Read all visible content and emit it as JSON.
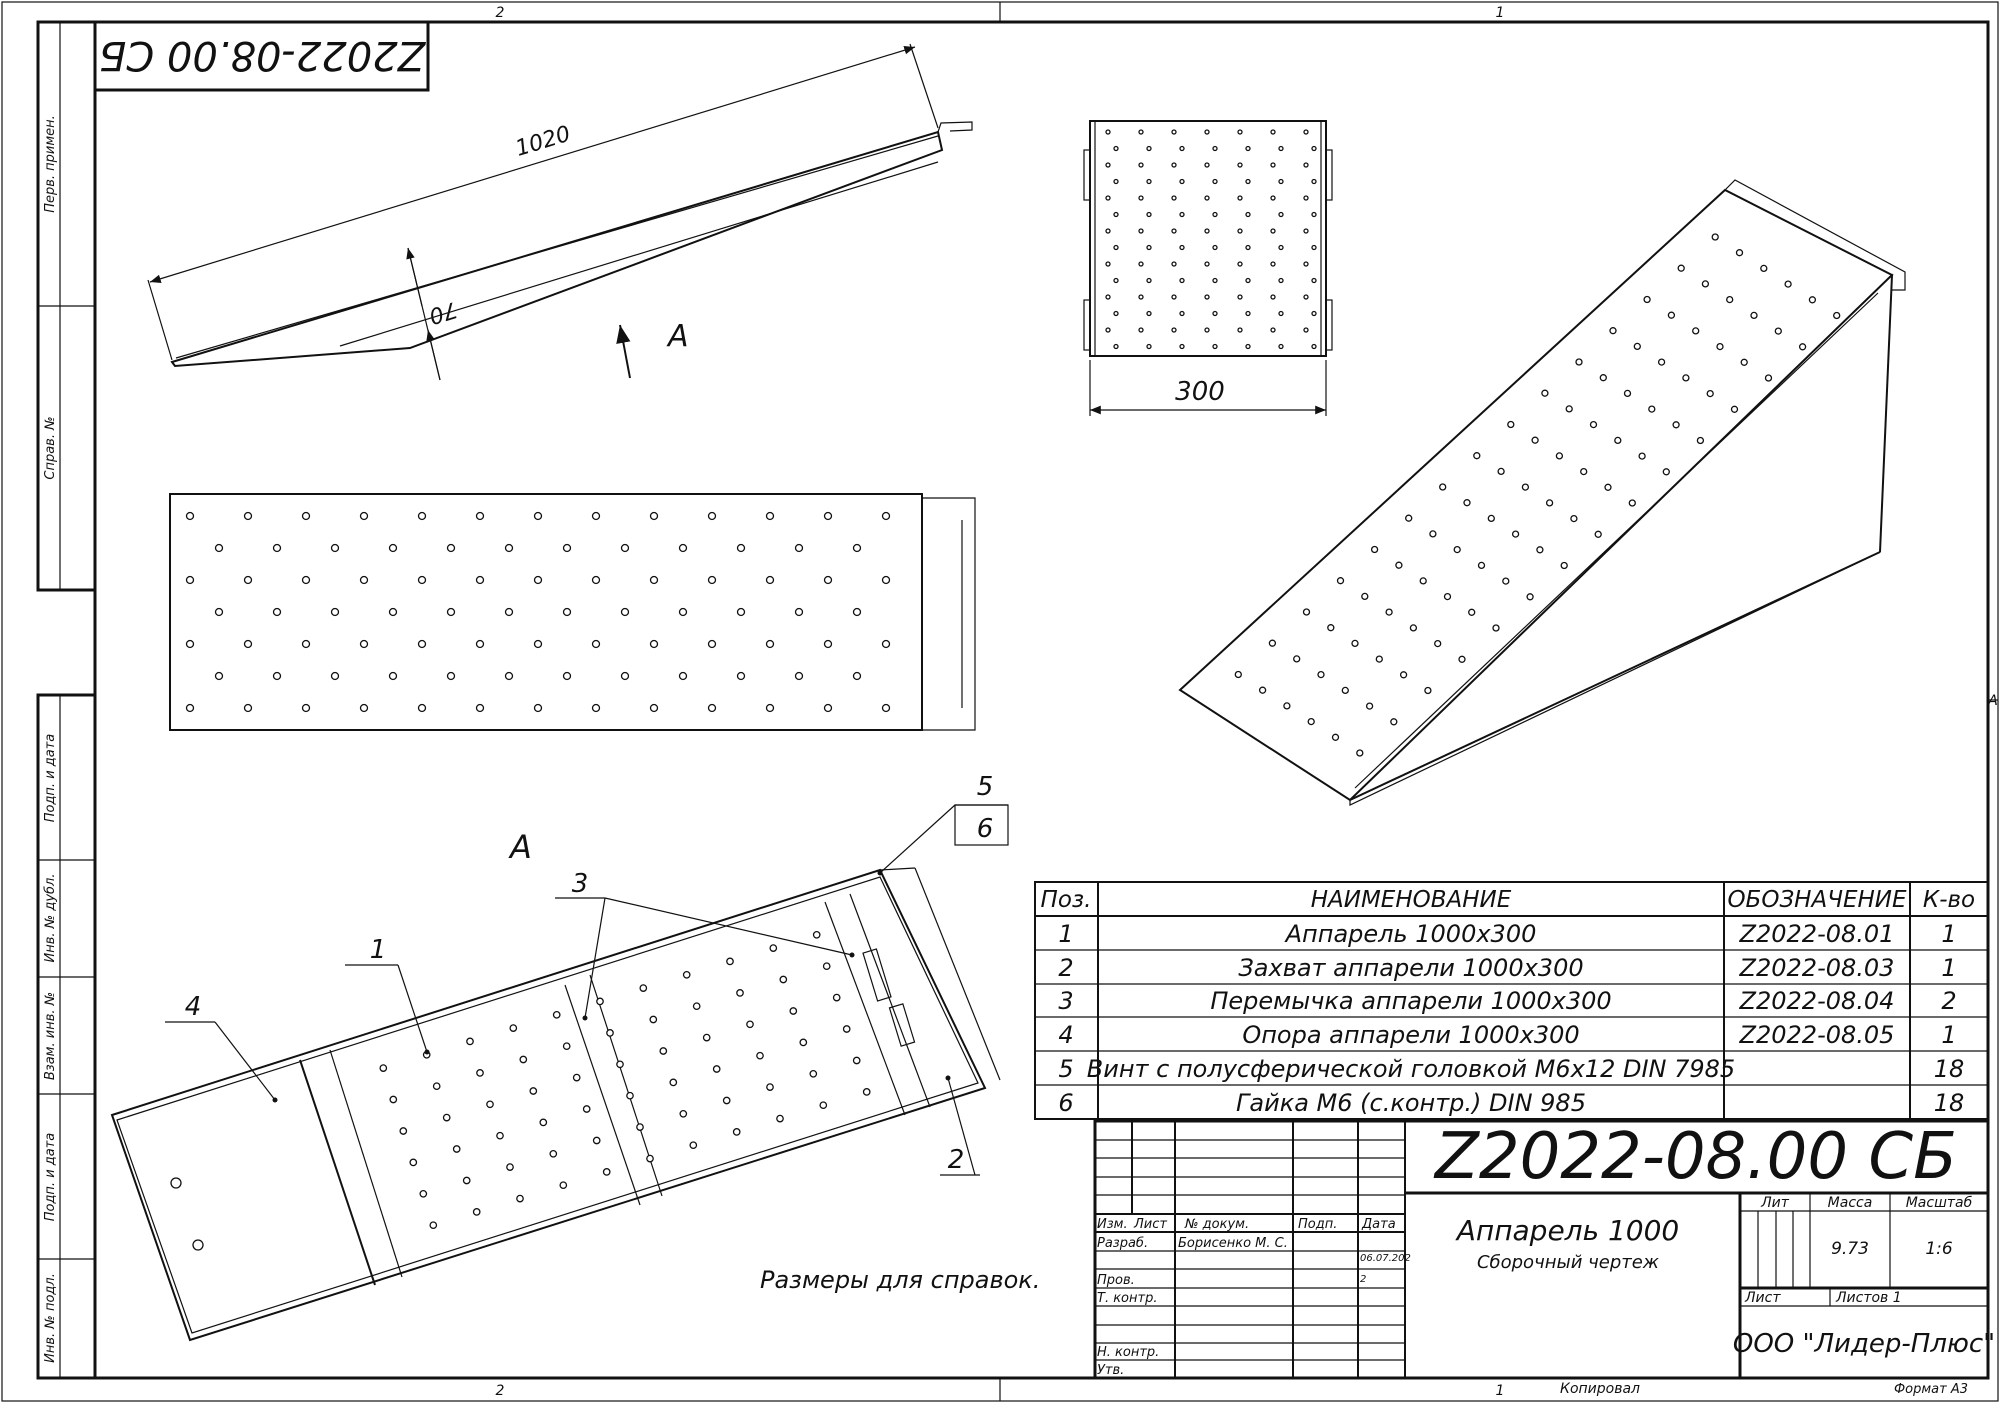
{
  "frame": {
    "zone_top_left": "2",
    "zone_top_right": "1",
    "zone_bottom_left": "2",
    "zone_bottom_right": "1",
    "zone_side": "A",
    "copied_label": "Копировал",
    "format_label": "Формат А3"
  },
  "left_strip": {
    "first_use": "Перв. примен.",
    "ref_no": "Справ. №",
    "sign_date_1": "Подп. и дата",
    "dupl_inv": "Инв. № дубл.",
    "vzam_inv": "Взам. инв. №",
    "sign_date_2": "Подп. и дата",
    "orig_inv": "Инв. № подл."
  },
  "rotated_designation": "Z2022-08.00 СБ",
  "views": {
    "dim_length": "1020",
    "dim_height": "70",
    "dim_width": "300",
    "view_arrow_label": "A",
    "view_label": "A",
    "note": "Размеры для справок."
  },
  "callouts": [
    "1",
    "2",
    "3",
    "4",
    "5",
    "6"
  ],
  "bom": {
    "headers": {
      "pos": "Поз.",
      "name": "НАИМЕНОВАНИЕ",
      "designation": "ОБОЗНАЧЕНИЕ",
      "qty": "К-во"
    },
    "rows": [
      {
        "pos": "1",
        "name": "Аппарель 1000х300",
        "designation": "Z2022-08.01",
        "qty": "1"
      },
      {
        "pos": "2",
        "name": "Захват аппарели 1000х300",
        "designation": "Z2022-08.03",
        "qty": "1"
      },
      {
        "pos": "3",
        "name": "Перемычка аппарели 1000х300",
        "designation": "Z2022-08.04",
        "qty": "2"
      },
      {
        "pos": "4",
        "name": "Опора аппарели 1000х300",
        "designation": "Z2022-08.05",
        "qty": "1"
      },
      {
        "pos": "5",
        "name": "Винт с полусферической головкой М6х12 DIN 7985",
        "designation": "",
        "qty": "18"
      },
      {
        "pos": "6",
        "name": "Гайка М6 (с.контр.) DIN 985",
        "designation": "",
        "qty": "18"
      }
    ]
  },
  "title_block": {
    "designation": "Z2022-08.00 СБ",
    "product_name": "Аппарель 1000",
    "doc_type": "Сборочный чертеж",
    "col_izm": "Изм.",
    "col_list": "Лист",
    "col_doc_no": "№ докум.",
    "col_sign": "Подп.",
    "col_date": "Дата",
    "row_developed": "Разраб.",
    "row_checked": "Пров.",
    "row_tech_control": "Т. контр.",
    "row_norm_control": "Н. контр.",
    "row_approved": "Утв.",
    "developer_name": "Борисенко М. С.",
    "date_line1": "06.07.202",
    "date_line2": "2",
    "lit_label": "Лит",
    "mass_label": "Масса",
    "scale_label": "Масштаб",
    "mass_value": "9.73",
    "scale_value": "1:6",
    "sheet_label": "Лист",
    "sheets_label": "Листов 1",
    "company": "ООО \"Лидер-Плюс\""
  }
}
